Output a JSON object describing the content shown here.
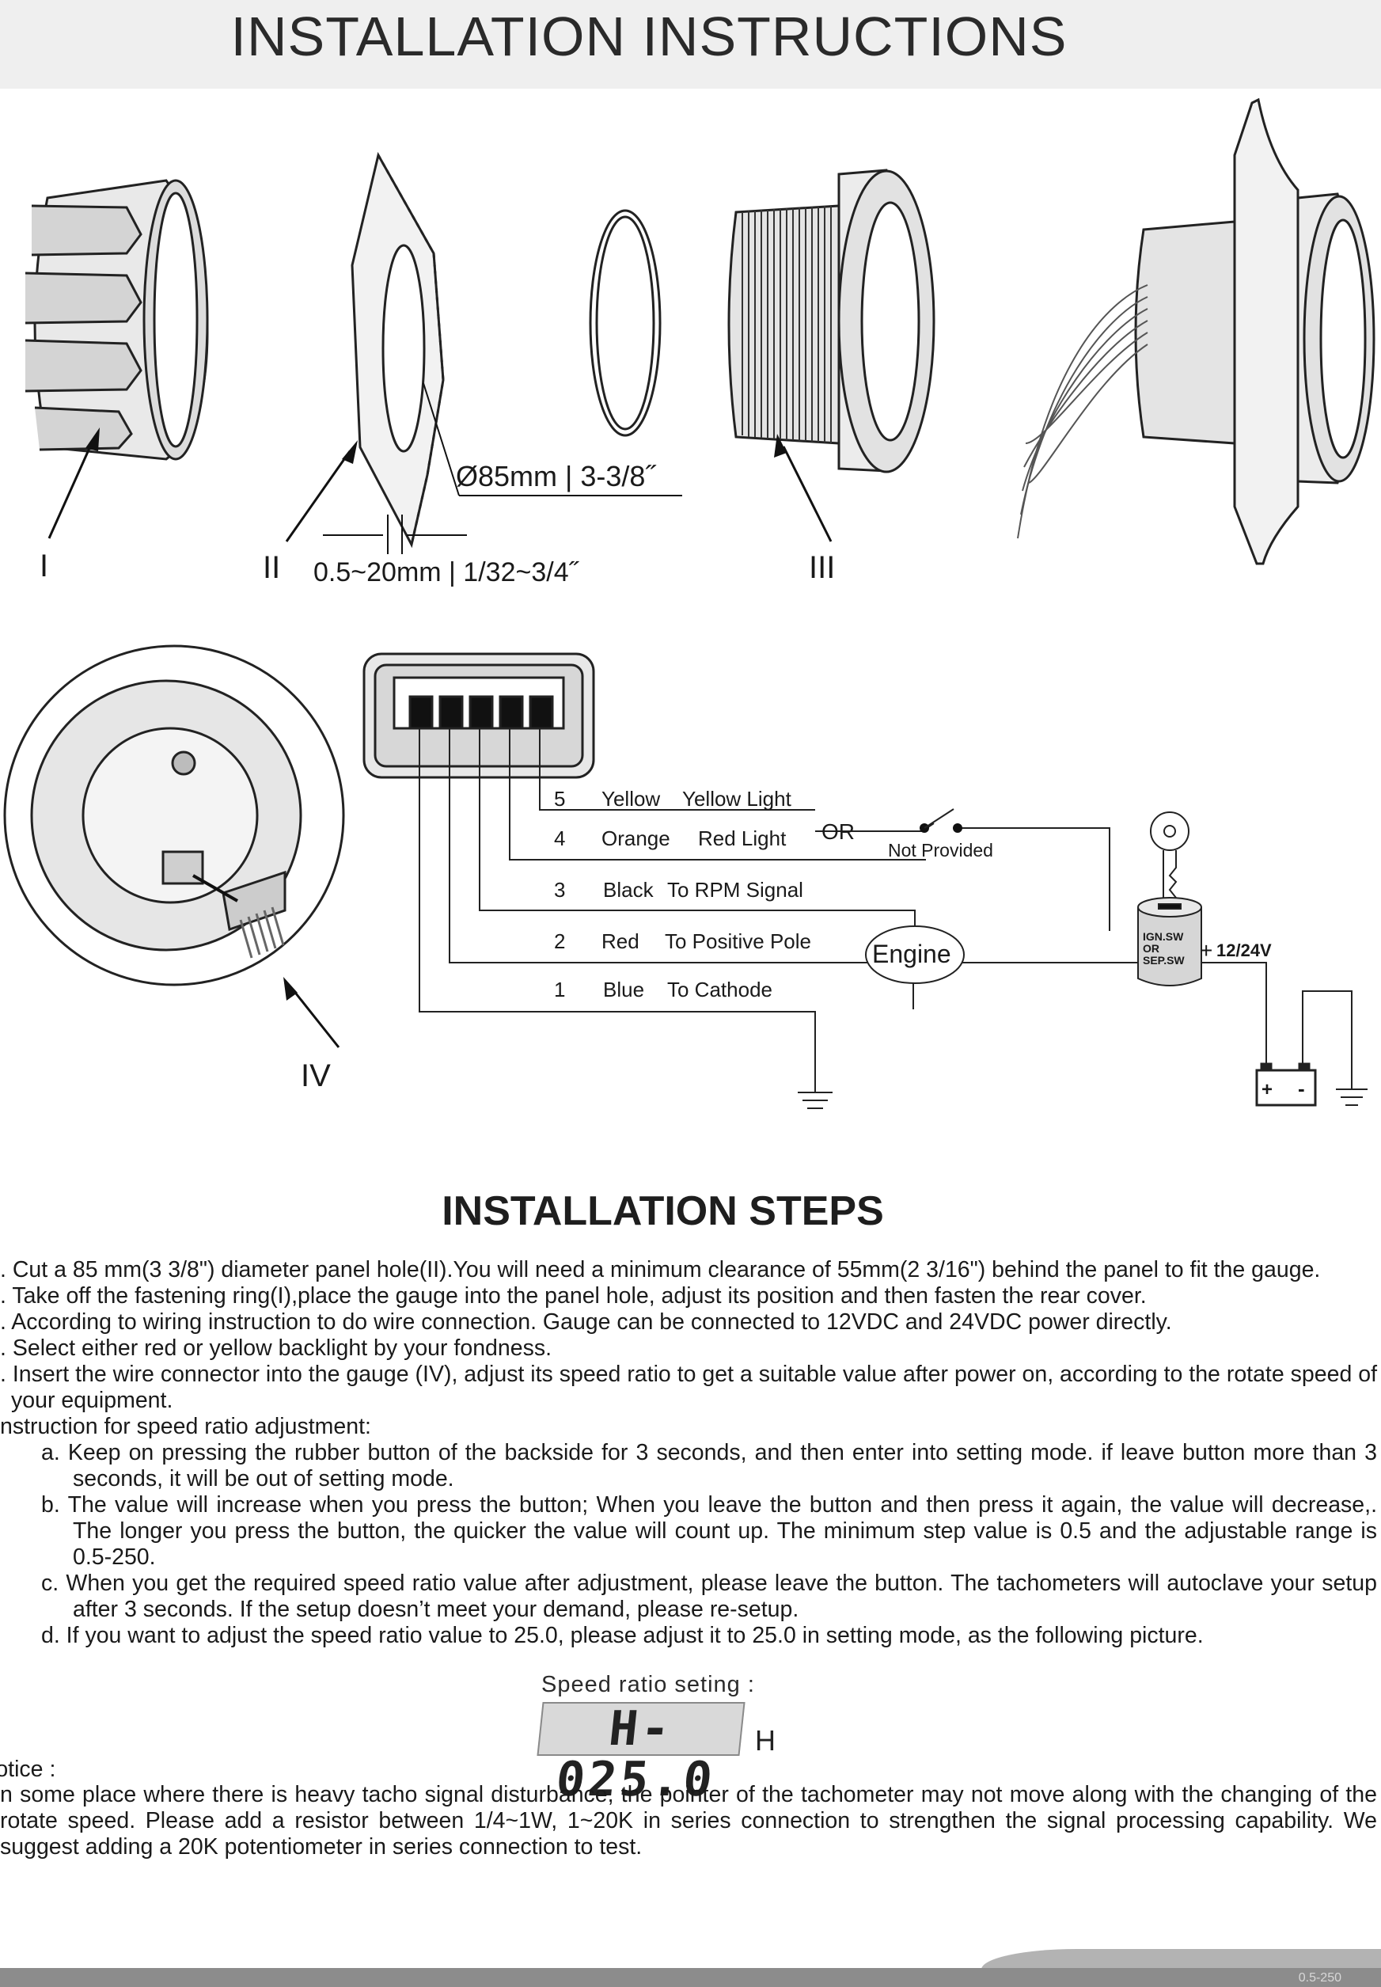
{
  "header": {
    "title": "INSTALLATION INSTRUCTIONS"
  },
  "diagram": {
    "part_labels": [
      "I",
      "II",
      "III",
      "IV"
    ],
    "hole_diameter": "Ø85mm | 3-3/8˝",
    "panel_thickness": "0.5~20mm | 1/32~3/4˝",
    "wires": [
      {
        "num": "5",
        "color": "Yellow",
        "desc": "Yellow Light"
      },
      {
        "num": "4",
        "color": "Orange",
        "desc": "Red Light"
      },
      {
        "num": "3",
        "color": "Black",
        "desc": "To RPM Signal"
      },
      {
        "num": "2",
        "color": "Red",
        "desc": "To Positive Pole"
      },
      {
        "num": "1",
        "color": "Blue",
        "desc": "To Cathode"
      }
    ],
    "or_label": "OR",
    "not_provided": "Not  Provided",
    "switch_lines": [
      "IGN.SW",
      "OR",
      "SEP.SW"
    ],
    "voltage": "12/24V",
    "engine": "Engine",
    "battery_plus": "+",
    "battery_minus": "-"
  },
  "steps_title": "INSTALLATION STEPS",
  "steps": [
    ". Cut a 85 mm(3 3/8\") diameter panel hole(II).You will need a minimum clearance of 55mm(2 3/16\") behind the panel to fit the  gauge.",
    ". Take off the fastening ring(I),place the gauge into the panel hole, adjust its position and then fasten the rear cover.",
    ". According to wiring instruction to do wire connection. Gauge can be connected to 12VDC and 24VDC power directly.",
    ". Select either red or yellow backlight by your fondness.",
    ". Insert the wire connector into the gauge (IV), adjust its speed ratio to get a suitable value after power on, according to the rotate speed of your equipment."
  ],
  "instruction_title": "nstruction for speed ratio adjustment:",
  "sub_steps": [
    "a. Keep on pressing the rubber button of the backside for 3 seconds, and then enter into setting mode. if leave button more than 3 seconds, it will be out of setting mode.",
    "b. The value will increase when you press the button; When you leave the button and then press it again, the value will decrease,. The longer you press the button, the quicker the value will count up. The minimum step value is 0.5 and the adjustable range is 0.5-250.",
    "c. When you get the required speed ratio value after adjustment, please leave the button. The tachometers will autoclave your setup after 3 seconds. If the setup doesn’t meet your demand, please re-setup.",
    "d. If you want to adjust the speed ratio value to 25.0, please adjust it to 25.0 in setting mode, as the following picture."
  ],
  "speed_ratio": {
    "label": "Speed ratio seting :",
    "display": "H-025.0",
    "unit": "H"
  },
  "notice": {
    "title": "lotice :",
    "text": "n some place where there is heavy tacho signal disturbance, the pointer of the tachometer may not move along with the changing of the rotate speed. Please add a resistor between 1/4~1W, 1~20K in series connection to strengthen the signal processing capability. We suggest adding a 20K potentiometer in series connection to test."
  },
  "footer": {
    "code": "0.5-250"
  }
}
